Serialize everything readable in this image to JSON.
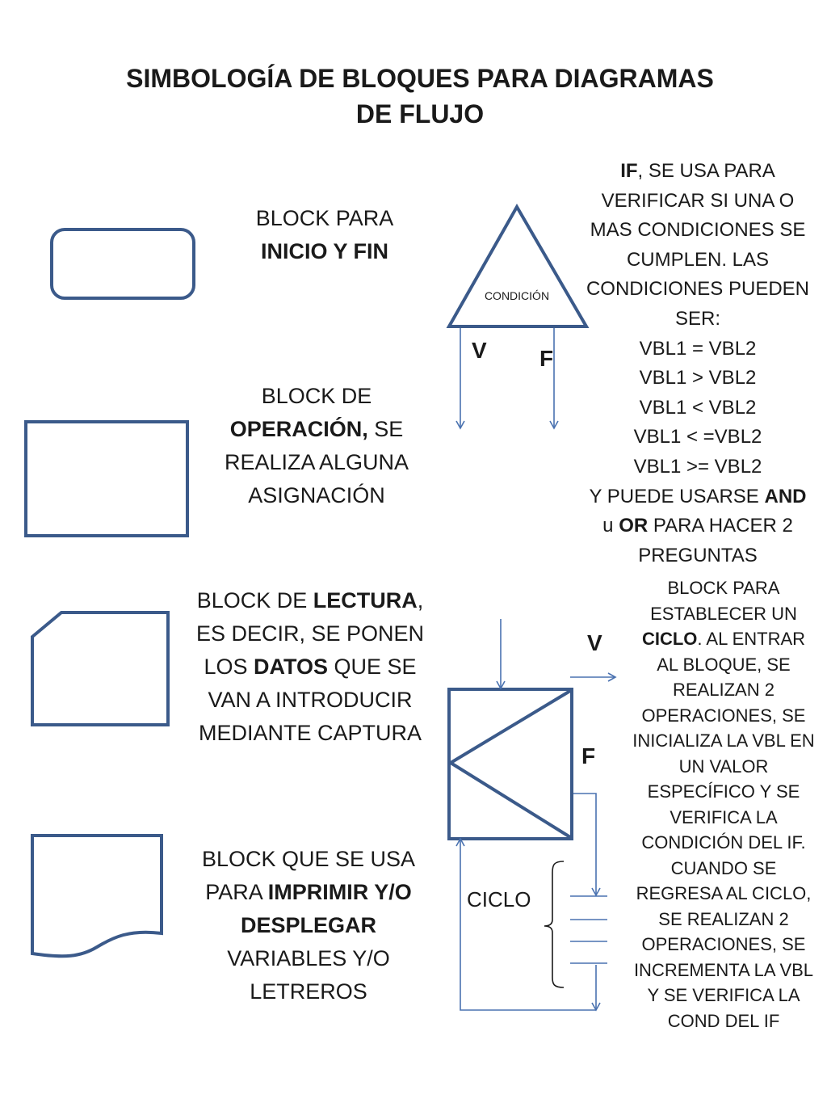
{
  "title": {
    "line1": "SIMBOLOGÍA DE BLOQUES PARA DIAGRAMAS",
    "line2": "DE FLUJO"
  },
  "blocks": {
    "inicio_fin": {
      "l1": "BLOCK PARA",
      "l2_bold": "INICIO Y FIN"
    },
    "operacion": {
      "l1": "BLOCK DE",
      "l2_bold": "OPERACIÓN,",
      "l2_rest": " SE",
      "l3": "REALIZA ALGUNA",
      "l4": "ASIGNACIÓN"
    },
    "lectura": {
      "l1_a": "BLOCK  DE ",
      "l1_bold": "LECTURA",
      "l1_b": ",",
      "l2": "ES DECIR, SE PONEN",
      "l3_a": "LOS ",
      "l3_bold": "DATOS",
      "l3_b": "  QUE SE",
      "l4": "VAN A INTRODUCIR",
      "l5": "MEDIANTE CAPTURA"
    },
    "imprimir": {
      "l1": "BLOCK QUE SE USA",
      "l2_a": "PARA ",
      "l2_bold": "IMPRIMIR Y/O",
      "l3_bold": "DESPLEGAR",
      "l4": "VARIABLES Y/O",
      "l5": "LETREROS"
    }
  },
  "if_block": {
    "shape_label": "CONDICIÓN",
    "true_label": "V",
    "false_label": "F",
    "desc": {
      "l1_bold": "IF",
      "l1_rest": ", SE USA PARA",
      "l2": "VERIFICAR SI UNA O",
      "l3": "MAS CONDICIONES SE",
      "l4": "CUMPLEN.  LAS",
      "l5": "CONDICIONES PUEDEN",
      "l6": "SER:",
      "l7": "VBL1 = VBL2",
      "l8": "VBL1 > VBL2",
      "l9": "VBL1 < VBL2",
      "l10": "VBL1 < =VBL2",
      "l11": "VBL1 >= VBL2",
      "l12_a": "Y PUEDE USARSE ",
      "l12_bold": "AND",
      "l13_a": "u ",
      "l13_bold": "OR",
      "l13_b": " PARA HACER 2",
      "l14": "PREGUNTAS"
    }
  },
  "loop_block": {
    "true_label": "V",
    "false_label": "F",
    "cycle_label": "CICLO",
    "desc": {
      "l1": "BLOCK PARA",
      "l2": "ESTABLECER UN",
      "l3_bold": "CICLO",
      "l3_rest": ". AL ENTRAR",
      "l4": "AL BLOQUE, SE",
      "l5": "REALIZAN 2",
      "l6": "OPERACIONES, SE",
      "l7": "INICIALIZA LA VBL EN",
      "l8": "UN VALOR",
      "l9": "ESPECÍFICO Y  SE",
      "l10": "VERIFICA LA",
      "l11": "CONDICIÓN  DEL IF.",
      "l12": "CUANDO SE",
      "l13": "REGRESA AL CICLO,",
      "l14": "SE REALIZAN 2",
      "l15": "OPERACIONES, SE",
      "l16": "INCREMENTA LA VBL",
      "l17": "Y SE  VERIFICA LA",
      "l18": "COND DEL IF"
    }
  },
  "colors": {
    "shape_stroke": "#3b5a8a",
    "arrow_stroke": "#4a72b0",
    "text": "#1a1a1a"
  }
}
